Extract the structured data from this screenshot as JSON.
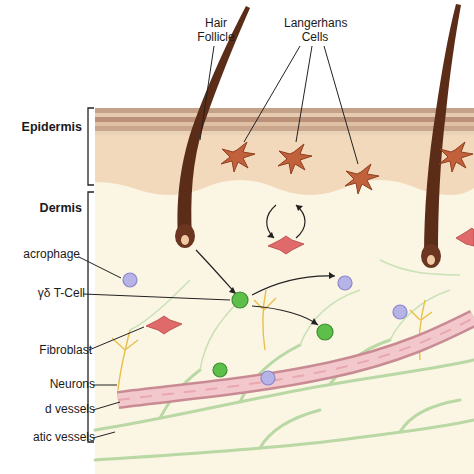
{
  "diagram": {
    "labels": [
      "Hair Follicle",
      "Langerhans Cells",
      "Epidermis",
      "Dermis",
      "acrophage",
      "γδ T-Cell",
      "Fibroblast",
      "Neurons",
      "d vessels",
      "atic vessels"
    ]
  }
}
